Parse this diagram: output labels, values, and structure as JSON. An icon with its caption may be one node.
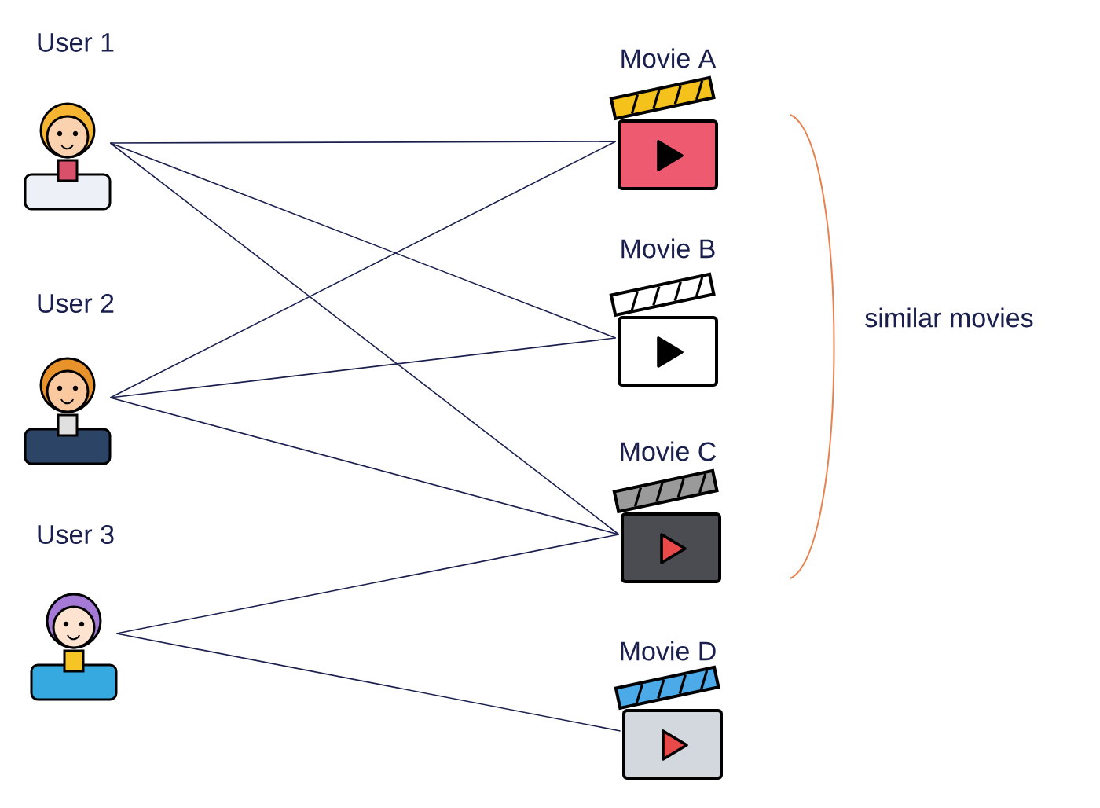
{
  "diagram": {
    "nodes": [
      {
        "text": [
          "User 1"
        ]
      },
      {
        "text": [
          "User 2"
        ]
      },
      {
        "text": [
          "User 3"
        ]
      },
      {
        "text": [
          "Movie A"
        ]
      },
      {
        "text": [
          "Movie B"
        ]
      },
      {
        "text": [
          "Movie C"
        ]
      },
      {
        "text": [
          "Movie D"
        ]
      }
    ],
    "edges": [
      {
        "from": 0,
        "to": 3,
        "arrow": "none"
      },
      {
        "from": 0,
        "to": 4,
        "arrow": "none"
      },
      {
        "from": 0,
        "to": 5,
        "arrow": "none"
      },
      {
        "from": 1,
        "to": 3,
        "arrow": "none"
      },
      {
        "from": 1,
        "to": 4,
        "arrow": "none"
      },
      {
        "from": 1,
        "to": 5,
        "arrow": "none"
      },
      {
        "from": 2,
        "to": 5,
        "arrow": "none"
      },
      {
        "from": 2,
        "to": 6,
        "arrow": "none"
      }
    ],
    "labels": [
      "similar movies"
    ]
  }
}
